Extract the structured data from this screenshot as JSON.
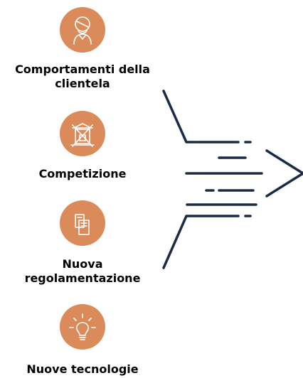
{
  "items": [
    {
      "icon": "customer-person-icon",
      "label_line1": "Comportamenti della",
      "label_line2": "clientela"
    },
    {
      "icon": "competition-box-icon",
      "label_line1": "Competizione",
      "label_line2": ""
    },
    {
      "icon": "regulation-books-icon",
      "label_line1": "Nuova",
      "label_line2": "regolamentazione"
    },
    {
      "icon": "lightbulb-icon",
      "label_line1": "Nuove tecnologie",
      "label_line2": ""
    }
  ],
  "colors": {
    "icon_background": "#db8b5a",
    "arrow_stroke": "#1c2b45",
    "label_text": "#000000"
  },
  "arrow": {
    "icon": "speed-arrow-icon"
  }
}
